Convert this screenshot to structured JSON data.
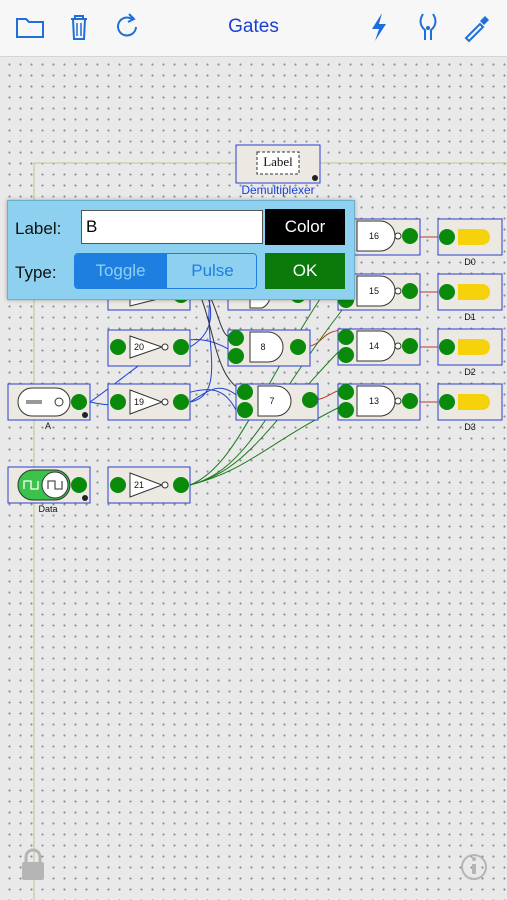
{
  "toolbar": {
    "title": "Gates",
    "icons": [
      "folder-icon",
      "trash-icon",
      "redo-icon",
      "lightning-icon",
      "pliers-icon",
      "eyedropper-icon"
    ]
  },
  "canvas": {
    "label_widget": "Label",
    "circuit_title": "Demultiplexer",
    "switch_a_label": "A",
    "switch_data_label": "Data",
    "not_gates": [
      "20",
      "19",
      "21"
    ],
    "and_gates": [
      "8",
      "7"
    ],
    "nand_gates": [
      "16",
      "15",
      "14",
      "13"
    ],
    "outputs": [
      "D0",
      "D1",
      "D2",
      "D3"
    ]
  },
  "dialog": {
    "label_caption": "Label:",
    "label_value": "B",
    "color_button": "Color",
    "type_caption": "Type:",
    "toggle_option": "Toggle",
    "pulse_option": "Pulse",
    "ok_button": "OK"
  },
  "colors": {
    "accent": "#1a3fd6",
    "node_green": "#0a8a0a",
    "dialog_bg": "#8ed0ef",
    "ok_green": "#0b7a0b",
    "lamp_yellow": "#f5d20a"
  }
}
